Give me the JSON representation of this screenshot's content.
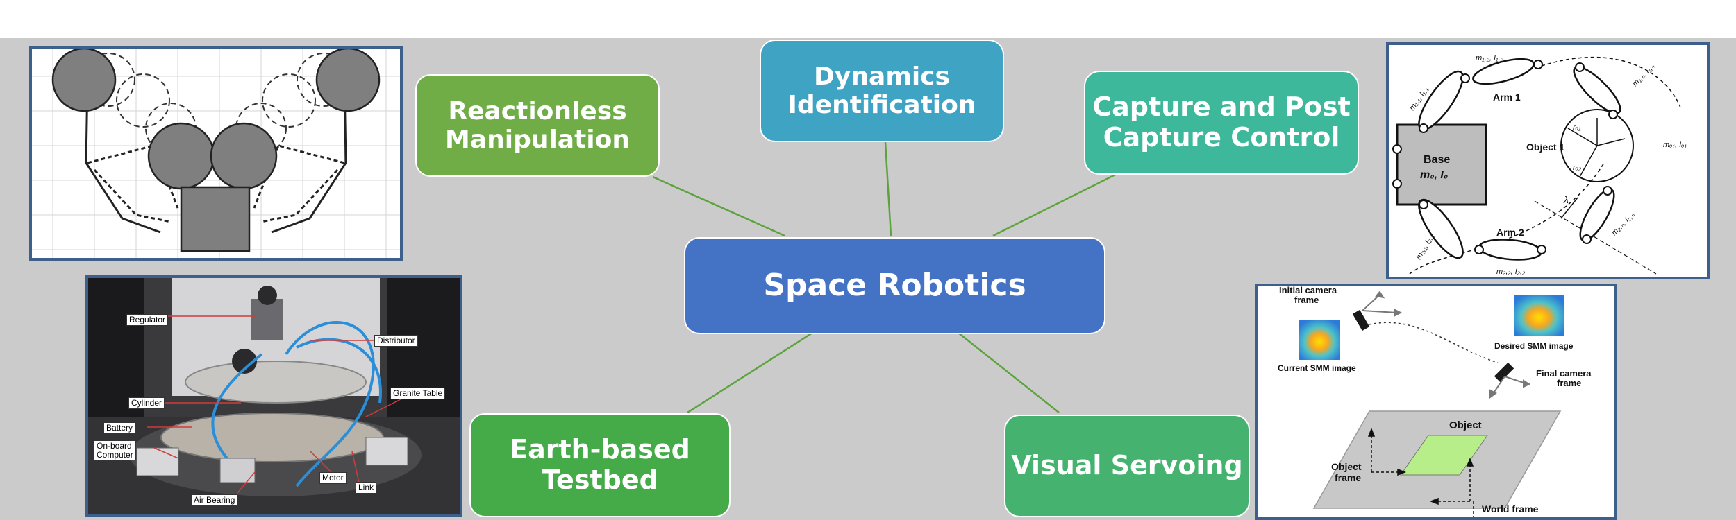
{
  "center": {
    "label": "Space Robotics",
    "color": "#4472c4"
  },
  "topics": [
    {
      "label": "Reactionless\nManipulation",
      "color": "#70ad47"
    },
    {
      "label": "Dynamics\nIdentification",
      "color": "#3fa3c4"
    },
    {
      "label": "Capture and Post\nCapture Control",
      "color": "#3db89a"
    },
    {
      "label": "Earth-based\nTestbed",
      "color": "#44ab48"
    },
    {
      "label": "Visual Servoing",
      "color": "#45b36f"
    }
  ],
  "connector_color": "#5ca33e",
  "panel_border_color": "#3c5f8c",
  "arm_diagram": {
    "base_label": "Base",
    "base_mass": "m₀, I₀",
    "object_label": "Object 1",
    "arm1_label": "Arm 1",
    "arm2_label": "Arm 2",
    "lambda": "λ",
    "link_labels": [
      "m₁,₁, I₁,₁",
      "m₁,₂, I₁,₂",
      "m₁,ₙ, I₁,ₙ",
      "m₂,₁, I₂,₁",
      "m₂,₂, I₂,₂",
      "m₂,ₙ, I₂,ₙ",
      "mₒ₁, Iₒ₁",
      "rₒ₁",
      "rₒ₂"
    ]
  },
  "visual_servo": {
    "initial_camera": "Initial camera\nframe",
    "current_image": "Current SMM image",
    "desired_image": "Desired SMM image",
    "final_camera": "Final camera\nframe",
    "object": "Object",
    "object_frame": "Object\nframe",
    "world_frame": "World frame"
  },
  "testbed_photo": {
    "labels": [
      "Regulator",
      "Distributor",
      "Granite Table",
      "Cylinder",
      "Battery",
      "On-board\nComputer",
      "Motor",
      "Link",
      "Air Bearing"
    ]
  }
}
